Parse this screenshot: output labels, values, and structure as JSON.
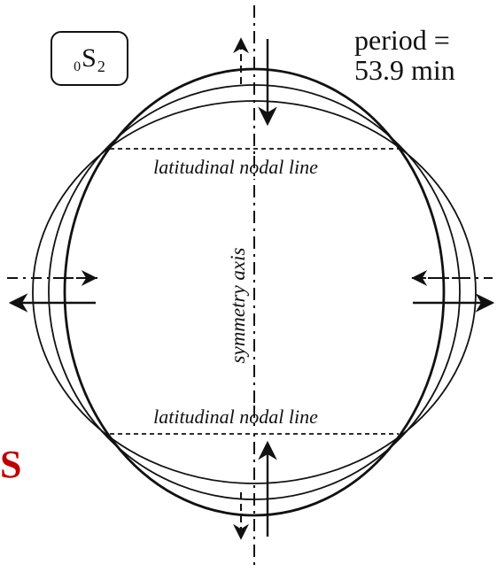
{
  "mode_label": {
    "prefix": "0",
    "letter": "S",
    "subscript": "2"
  },
  "period": {
    "line1": "period =",
    "line2": "53.9 min"
  },
  "labels": {
    "nodal_top": "latitudinal nodal line",
    "nodal_bottom": "latitudinal nodal line",
    "axis": "symmetry axis"
  },
  "edge_letter": "S",
  "colors": {
    "ink": "#111111",
    "accent": "#c00000",
    "background": "#ffffff"
  }
}
